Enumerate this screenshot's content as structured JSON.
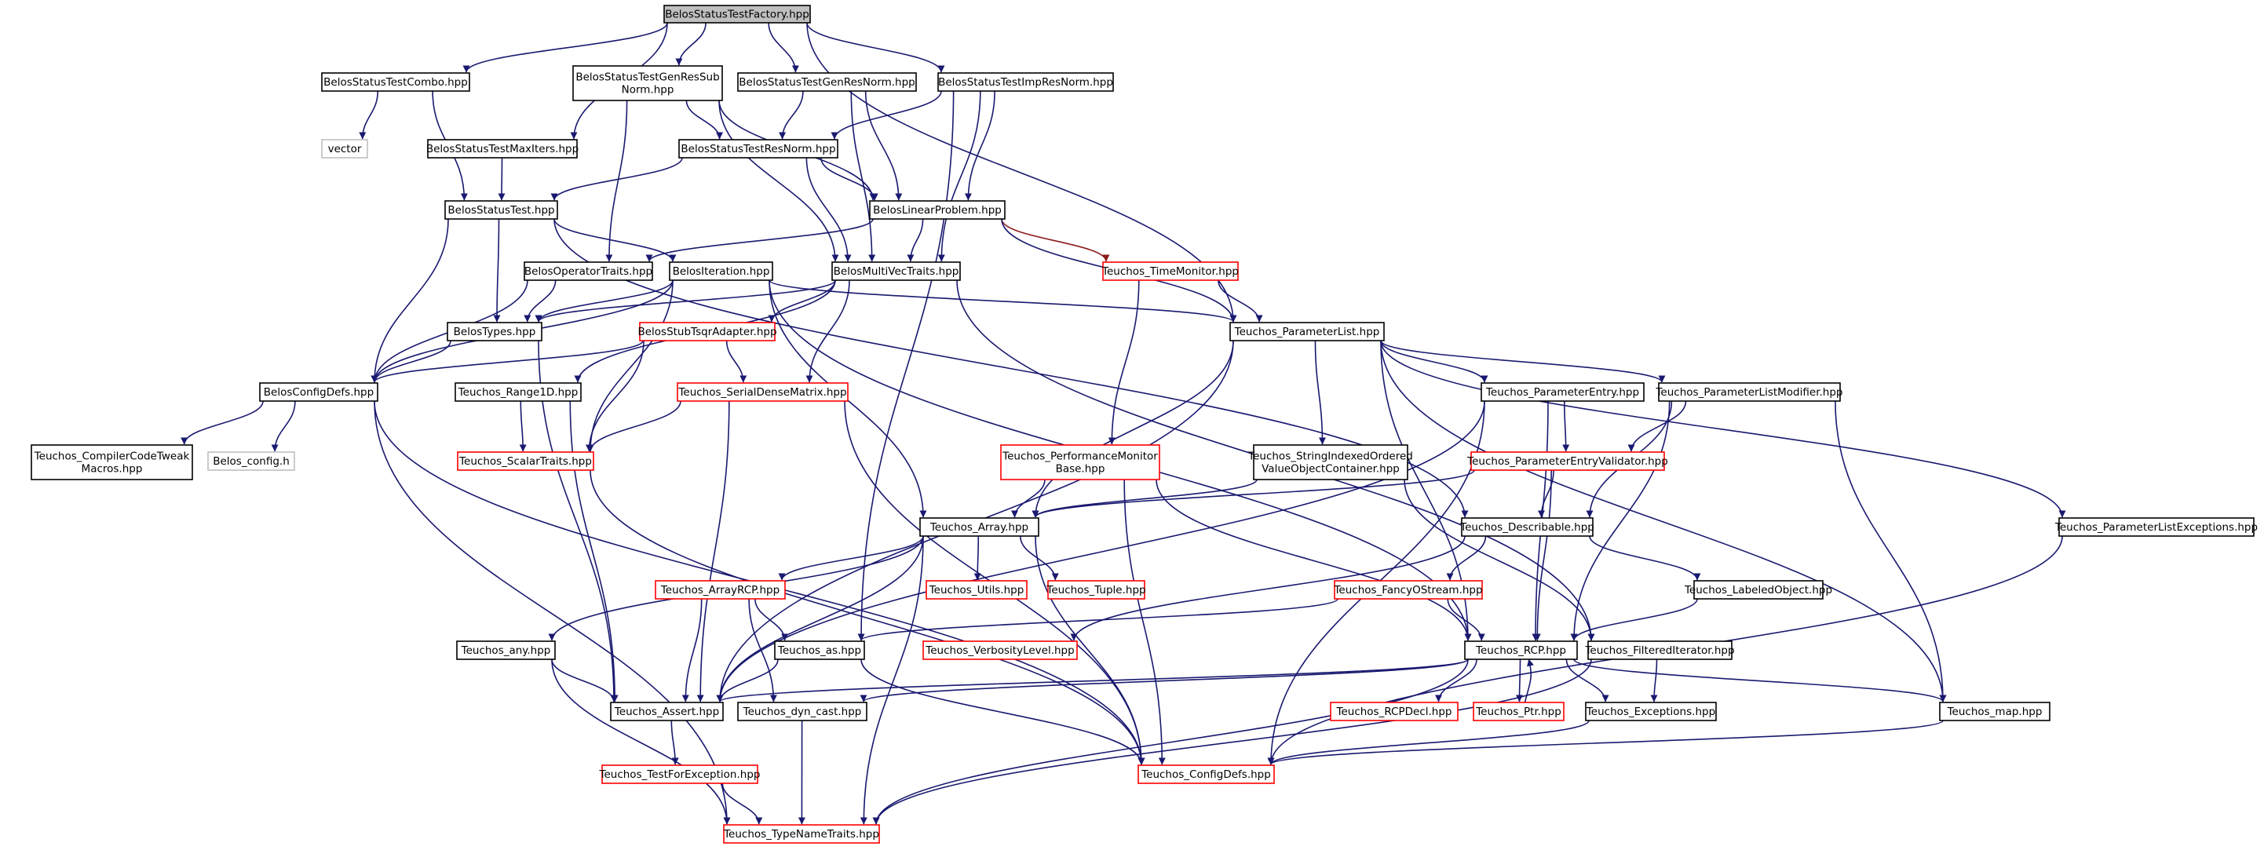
{
  "colors": {
    "edge": "#191970",
    "edge_red": "#8b1a1a",
    "node_border_normal": "#000000",
    "node_border_red": "#ff0000",
    "node_border_external": "#bfbfbf",
    "root_fill": "#bfbfbf",
    "node_fill": "#ffffff"
  },
  "nodes": [
    {
      "id": "n01",
      "kind": "root",
      "lines": [
        "BelosStatusTestFactory.hpp"
      ]
    },
    {
      "id": "n02",
      "kind": "normal",
      "lines": [
        "BelosStatusTestCombo.hpp"
      ]
    },
    {
      "id": "n03",
      "kind": "normal",
      "lines": [
        "BelosStatusTestGenResSub",
        "Norm.hpp"
      ]
    },
    {
      "id": "n04",
      "kind": "normal",
      "lines": [
        "BelosStatusTestGenResNorm.hpp"
      ]
    },
    {
      "id": "n05",
      "kind": "normal",
      "lines": [
        "BelosStatusTestImpResNorm.hpp"
      ]
    },
    {
      "id": "n06",
      "kind": "external",
      "lines": [
        "vector"
      ]
    },
    {
      "id": "n07",
      "kind": "normal",
      "lines": [
        "BelosStatusTestMaxIters.hpp"
      ]
    },
    {
      "id": "n08",
      "kind": "normal",
      "lines": [
        "BelosStatusTestResNorm.hpp"
      ]
    },
    {
      "id": "n09",
      "kind": "normal",
      "lines": [
        "BelosStatusTest.hpp"
      ]
    },
    {
      "id": "n10",
      "kind": "normal",
      "lines": [
        "BelosLinearProblem.hpp"
      ]
    },
    {
      "id": "n11",
      "kind": "normal",
      "lines": [
        "BelosOperatorTraits.hpp"
      ]
    },
    {
      "id": "n12",
      "kind": "normal",
      "lines": [
        "BelosIteration.hpp"
      ]
    },
    {
      "id": "n13",
      "kind": "normal",
      "lines": [
        "BelosMultiVecTraits.hpp"
      ]
    },
    {
      "id": "n14",
      "kind": "red",
      "lines": [
        "Teuchos_TimeMonitor.hpp"
      ]
    },
    {
      "id": "n15",
      "kind": "normal",
      "lines": [
        "BelosTypes.hpp"
      ]
    },
    {
      "id": "n16",
      "kind": "red",
      "lines": [
        "BelosStubTsqrAdapter.hpp"
      ]
    },
    {
      "id": "n17",
      "kind": "normal",
      "lines": [
        "Teuchos_ParameterList.hpp"
      ]
    },
    {
      "id": "n18",
      "kind": "normal",
      "lines": [
        "BelosConfigDefs.hpp"
      ]
    },
    {
      "id": "n19",
      "kind": "normal",
      "lines": [
        "Teuchos_Range1D.hpp"
      ]
    },
    {
      "id": "n20",
      "kind": "red",
      "lines": [
        "Teuchos_SerialDenseMatrix.hpp"
      ]
    },
    {
      "id": "n21",
      "kind": "normal",
      "lines": [
        "Teuchos_ParameterEntry.hpp"
      ]
    },
    {
      "id": "n22",
      "kind": "normal",
      "lines": [
        "Teuchos_ParameterListModifier.hpp"
      ]
    },
    {
      "id": "n23",
      "kind": "normal",
      "lines": [
        "Teuchos_CompilerCodeTweak",
        "Macros.hpp"
      ]
    },
    {
      "id": "n24",
      "kind": "external",
      "lines": [
        "Belos_config.h"
      ]
    },
    {
      "id": "n25",
      "kind": "red",
      "lines": [
        "Teuchos_ScalarTraits.hpp"
      ]
    },
    {
      "id": "n26",
      "kind": "red",
      "lines": [
        "Teuchos_PerformanceMonitor",
        "Base.hpp"
      ]
    },
    {
      "id": "n27",
      "kind": "normal",
      "lines": [
        "Teuchos_StringIndexedOrdered",
        "ValueObjectContainer.hpp"
      ]
    },
    {
      "id": "n28",
      "kind": "red",
      "lines": [
        "Teuchos_ParameterEntryValidator.hpp"
      ]
    },
    {
      "id": "n29",
      "kind": "normal",
      "lines": [
        "Teuchos_Array.hpp"
      ]
    },
    {
      "id": "n30",
      "kind": "normal",
      "lines": [
        "Teuchos_Describable.hpp"
      ]
    },
    {
      "id": "n31",
      "kind": "normal",
      "lines": [
        "Teuchos_ParameterListExceptions.hpp"
      ]
    },
    {
      "id": "n32",
      "kind": "red",
      "lines": [
        "Teuchos_ArrayRCP.hpp"
      ]
    },
    {
      "id": "n33",
      "kind": "red",
      "lines": [
        "Teuchos_Utils.hpp"
      ]
    },
    {
      "id": "n34",
      "kind": "red",
      "lines": [
        "Teuchos_Tuple.hpp"
      ]
    },
    {
      "id": "n35",
      "kind": "red",
      "lines": [
        "Teuchos_FancyOStream.hpp"
      ]
    },
    {
      "id": "n36",
      "kind": "normal",
      "lines": [
        "Teuchos_LabeledObject.hpp"
      ]
    },
    {
      "id": "n37",
      "kind": "normal",
      "lines": [
        "Teuchos_any.hpp"
      ]
    },
    {
      "id": "n38",
      "kind": "normal",
      "lines": [
        "Teuchos_as.hpp"
      ]
    },
    {
      "id": "n39",
      "kind": "red",
      "lines": [
        "Teuchos_VerbosityLevel.hpp"
      ]
    },
    {
      "id": "n40",
      "kind": "normal",
      "lines": [
        "Teuchos_RCP.hpp"
      ]
    },
    {
      "id": "n41",
      "kind": "normal",
      "lines": [
        "Teuchos_FilteredIterator.hpp"
      ]
    },
    {
      "id": "n42",
      "kind": "normal",
      "lines": [
        "Teuchos_Assert.hpp"
      ]
    },
    {
      "id": "n43",
      "kind": "normal",
      "lines": [
        "Teuchos_dyn_cast.hpp"
      ]
    },
    {
      "id": "n44",
      "kind": "red",
      "lines": [
        "Teuchos_RCPDecl.hpp"
      ]
    },
    {
      "id": "n45",
      "kind": "red",
      "lines": [
        "Teuchos_Ptr.hpp"
      ]
    },
    {
      "id": "n46",
      "kind": "normal",
      "lines": [
        "Teuchos_Exceptions.hpp"
      ]
    },
    {
      "id": "n47",
      "kind": "normal",
      "lines": [
        "Teuchos_map.hpp"
      ]
    },
    {
      "id": "n48",
      "kind": "red",
      "lines": [
        "Teuchos_TestForException.hpp"
      ]
    },
    {
      "id": "n49",
      "kind": "red",
      "lines": [
        "Teuchos_ConfigDefs.hpp"
      ]
    },
    {
      "id": "n50",
      "kind": "red",
      "lines": [
        "Teuchos_TypeNameTraits.hpp"
      ]
    }
  ],
  "edges": [
    [
      "n01",
      "n02"
    ],
    [
      "n01",
      "n03"
    ],
    [
      "n01",
      "n04"
    ],
    [
      "n01",
      "n05"
    ],
    [
      "n01",
      "n07"
    ],
    [
      "n01",
      "n17"
    ],
    [
      "n02",
      "n06"
    ],
    [
      "n02",
      "n09"
    ],
    [
      "n03",
      "n08"
    ],
    [
      "n03",
      "n10"
    ],
    [
      "n03",
      "n11"
    ],
    [
      "n03",
      "n13"
    ],
    [
      "n04",
      "n08"
    ],
    [
      "n04",
      "n10"
    ],
    [
      "n04",
      "n13"
    ],
    [
      "n05",
      "n08"
    ],
    [
      "n05",
      "n10"
    ],
    [
      "n05",
      "n13"
    ],
    [
      "n05",
      "n38"
    ],
    [
      "n07",
      "n09"
    ],
    [
      "n08",
      "n09"
    ],
    [
      "n08",
      "n10"
    ],
    [
      "n08",
      "n13"
    ],
    [
      "n09",
      "n12"
    ],
    [
      "n09",
      "n15"
    ],
    [
      "n09",
      "n18"
    ],
    [
      "n09",
      "n30"
    ],
    [
      "n10",
      "n11"
    ],
    [
      "n10",
      "n13"
    ],
    [
      "n10",
      "n14"
    ],
    [
      "n10",
      "n17"
    ],
    [
      "n11",
      "n15"
    ],
    [
      "n11",
      "n18"
    ],
    [
      "n12",
      "n15"
    ],
    [
      "n12",
      "n18"
    ],
    [
      "n12",
      "n17"
    ],
    [
      "n12",
      "n25"
    ],
    [
      "n12",
      "n29"
    ],
    [
      "n12",
      "n40"
    ],
    [
      "n13",
      "n15"
    ],
    [
      "n13",
      "n16"
    ],
    [
      "n13",
      "n19"
    ],
    [
      "n13",
      "n20"
    ],
    [
      "n13",
      "n41"
    ],
    [
      "n14",
      "n17"
    ],
    [
      "n14",
      "n26"
    ],
    [
      "n15",
      "n18"
    ],
    [
      "n15",
      "n42"
    ],
    [
      "n16",
      "n18"
    ],
    [
      "n16",
      "n20"
    ],
    [
      "n16",
      "n25"
    ],
    [
      "n17",
      "n21"
    ],
    [
      "n17",
      "n22"
    ],
    [
      "n17",
      "n27"
    ],
    [
      "n17",
      "n29"
    ],
    [
      "n17",
      "n31"
    ],
    [
      "n17",
      "n40"
    ],
    [
      "n17",
      "n42"
    ],
    [
      "n17",
      "n47"
    ],
    [
      "n18",
      "n23"
    ],
    [
      "n18",
      "n24"
    ],
    [
      "n18",
      "n49"
    ],
    [
      "n18",
      "n50"
    ],
    [
      "n19",
      "n25"
    ],
    [
      "n19",
      "n42"
    ],
    [
      "n20",
      "n25"
    ],
    [
      "n20",
      "n42"
    ],
    [
      "n20",
      "n49"
    ],
    [
      "n21",
      "n28"
    ],
    [
      "n21",
      "n40"
    ],
    [
      "n21",
      "n42"
    ],
    [
      "n21",
      "n49"
    ],
    [
      "n22",
      "n28"
    ],
    [
      "n22",
      "n30"
    ],
    [
      "n22",
      "n40"
    ],
    [
      "n22",
      "n47"
    ],
    [
      "n25",
      "n49"
    ],
    [
      "n26",
      "n29"
    ],
    [
      "n26",
      "n40"
    ],
    [
      "n26",
      "n49"
    ],
    [
      "n27",
      "n29"
    ],
    [
      "n27",
      "n41"
    ],
    [
      "n28",
      "n29"
    ],
    [
      "n28",
      "n30"
    ],
    [
      "n28",
      "n40"
    ],
    [
      "n29",
      "n32"
    ],
    [
      "n29",
      "n33"
    ],
    [
      "n29",
      "n34"
    ],
    [
      "n29",
      "n37"
    ],
    [
      "n29",
      "n42"
    ],
    [
      "n29",
      "n49"
    ],
    [
      "n29",
      "n50"
    ],
    [
      "n30",
      "n35"
    ],
    [
      "n30",
      "n36"
    ],
    [
      "n30",
      "n39"
    ],
    [
      "n31",
      "n49"
    ],
    [
      "n32",
      "n38"
    ],
    [
      "n32",
      "n42"
    ],
    [
      "n32",
      "n43"
    ],
    [
      "n35",
      "n38"
    ],
    [
      "n35",
      "n40"
    ],
    [
      "n36",
      "n40"
    ],
    [
      "n37",
      "n42"
    ],
    [
      "n37",
      "n50"
    ],
    [
      "n38",
      "n42"
    ],
    [
      "n38",
      "n49"
    ],
    [
      "n40",
      "n42"
    ],
    [
      "n40",
      "n43"
    ],
    [
      "n40",
      "n44"
    ],
    [
      "n40",
      "n45"
    ],
    [
      "n40",
      "n46"
    ],
    [
      "n40",
      "n47"
    ],
    [
      "n40",
      "n50"
    ],
    [
      "n41",
      "n46"
    ],
    [
      "n41",
      "n50"
    ],
    [
      "n42",
      "n48"
    ],
    [
      "n43",
      "n50"
    ],
    [
      "n45",
      "n40"
    ],
    [
      "n46",
      "n49"
    ],
    [
      "n47",
      "n49"
    ],
    [
      "n48",
      "n50"
    ]
  ]
}
